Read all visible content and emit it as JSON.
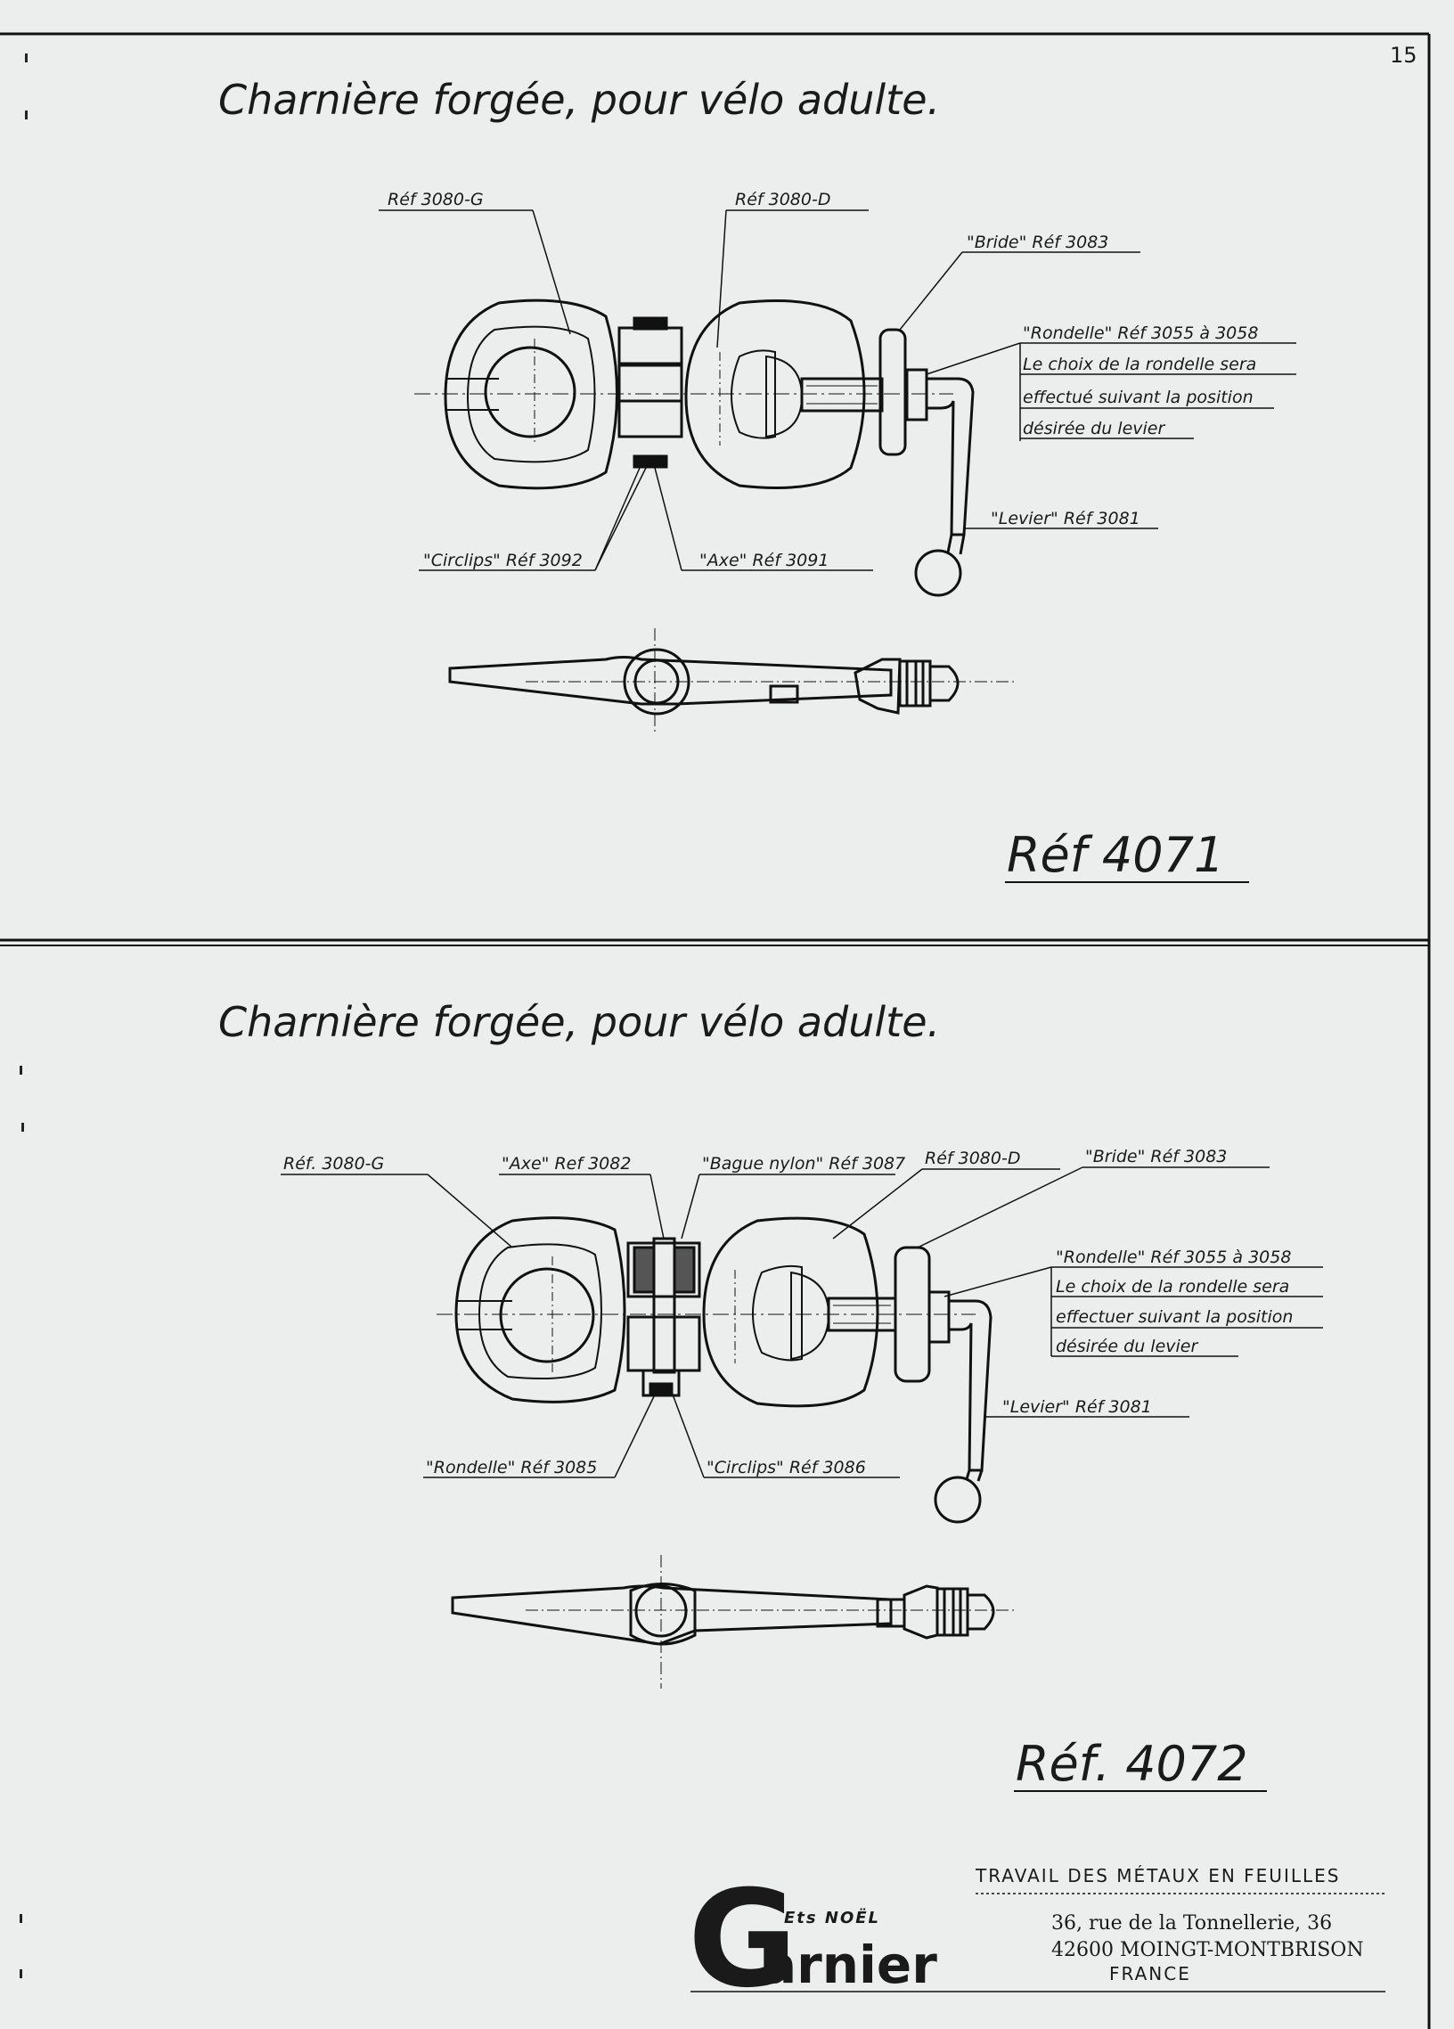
{
  "page_number": "15",
  "sections": [
    {
      "title": "Charnière forgée, pour vélo adulte.",
      "ref": "Réf 4071",
      "labels": {
        "left_part": "Réf 3080-G",
        "right_part": "Réf 3080-D",
        "bride": "\"Bride\" Réf 3083",
        "rondelle": "\"Rondelle\" Réf 3055 à 3058",
        "note_1": "Le choix de la rondelle sera",
        "note_2": "effectué suivant la position",
        "note_3": "désirée du levier",
        "levier": "\"Levier\" Réf 3081",
        "circlips": "\"Circlips\" Réf 3092",
        "axe": "\"Axe\" Réf 3091"
      }
    },
    {
      "title": "Charnière forgée, pour vélo adulte.",
      "ref": "Réf. 4072",
      "labels": {
        "left_part": "Réf. 3080-G",
        "axe": "\"Axe\" Ref 3082",
        "bague": "\"Bague nylon\" Réf 3087",
        "right_part": "Réf 3080-D",
        "bride": "\"Bride\" Réf 3083",
        "rondelle": "\"Rondelle\" Réf 3055 à 3058",
        "note_1": "Le choix de la rondelle sera",
        "note_2": "effectuer suivant la position",
        "note_3": "désirée du levier",
        "levier": "\"Levier\" Réf 3081",
        "rondelle_2": "\"Rondelle\" Réf 3085",
        "circlips": "\"Circlips\" Réf 3086"
      }
    }
  ],
  "footer": {
    "ets": "Ets NOËL",
    "brand_initial": "G",
    "brand_rest": "arnier",
    "tagline": "TRAVAIL DES MÉTAUX EN FEUILLES",
    "address_1": "36, rue de la Tonnellerie, 36",
    "address_2": "42600 MOINGT-MONTBRISON",
    "country": "FRANCE"
  }
}
